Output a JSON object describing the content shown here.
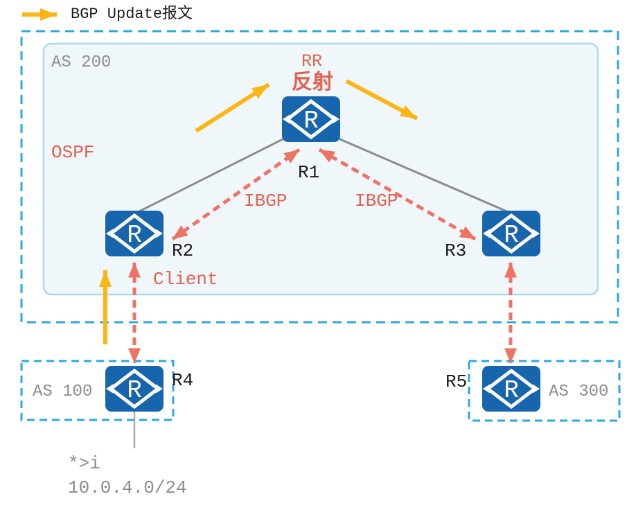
{
  "legend": {
    "bgp_update_label": "BGP Update报文"
  },
  "as200": {
    "label": "AS 200",
    "rr_label": "RR",
    "reflect_label": "反射",
    "ospf_label": "OSPF",
    "ibgp_left_label": "IBGP",
    "ibgp_right_label": "IBGP",
    "client_label": "Client"
  },
  "as100": {
    "label": "AS 100"
  },
  "as300": {
    "label": "AS 300"
  },
  "routers": {
    "glyph": "R",
    "r1": "R1",
    "r2": "R2",
    "r3": "R3",
    "r4": "R4",
    "r5": "R5"
  },
  "route_entry": {
    "flags": "*>i",
    "prefix": "10.0.4.0/24"
  },
  "colors": {
    "arrow_yellow": "#fbb514",
    "session_red": "#ee7365",
    "label_red": "#e4604f",
    "router_blue": "#1765ac",
    "boundary_dash_blue": "#29a9e1",
    "panel_fill": "#f0f7fb",
    "panel_border": "#a9dcf2",
    "link_gray": "#8c8c8c",
    "text_gray": "#8c8c8c",
    "text_black": "#1a1a1a"
  }
}
